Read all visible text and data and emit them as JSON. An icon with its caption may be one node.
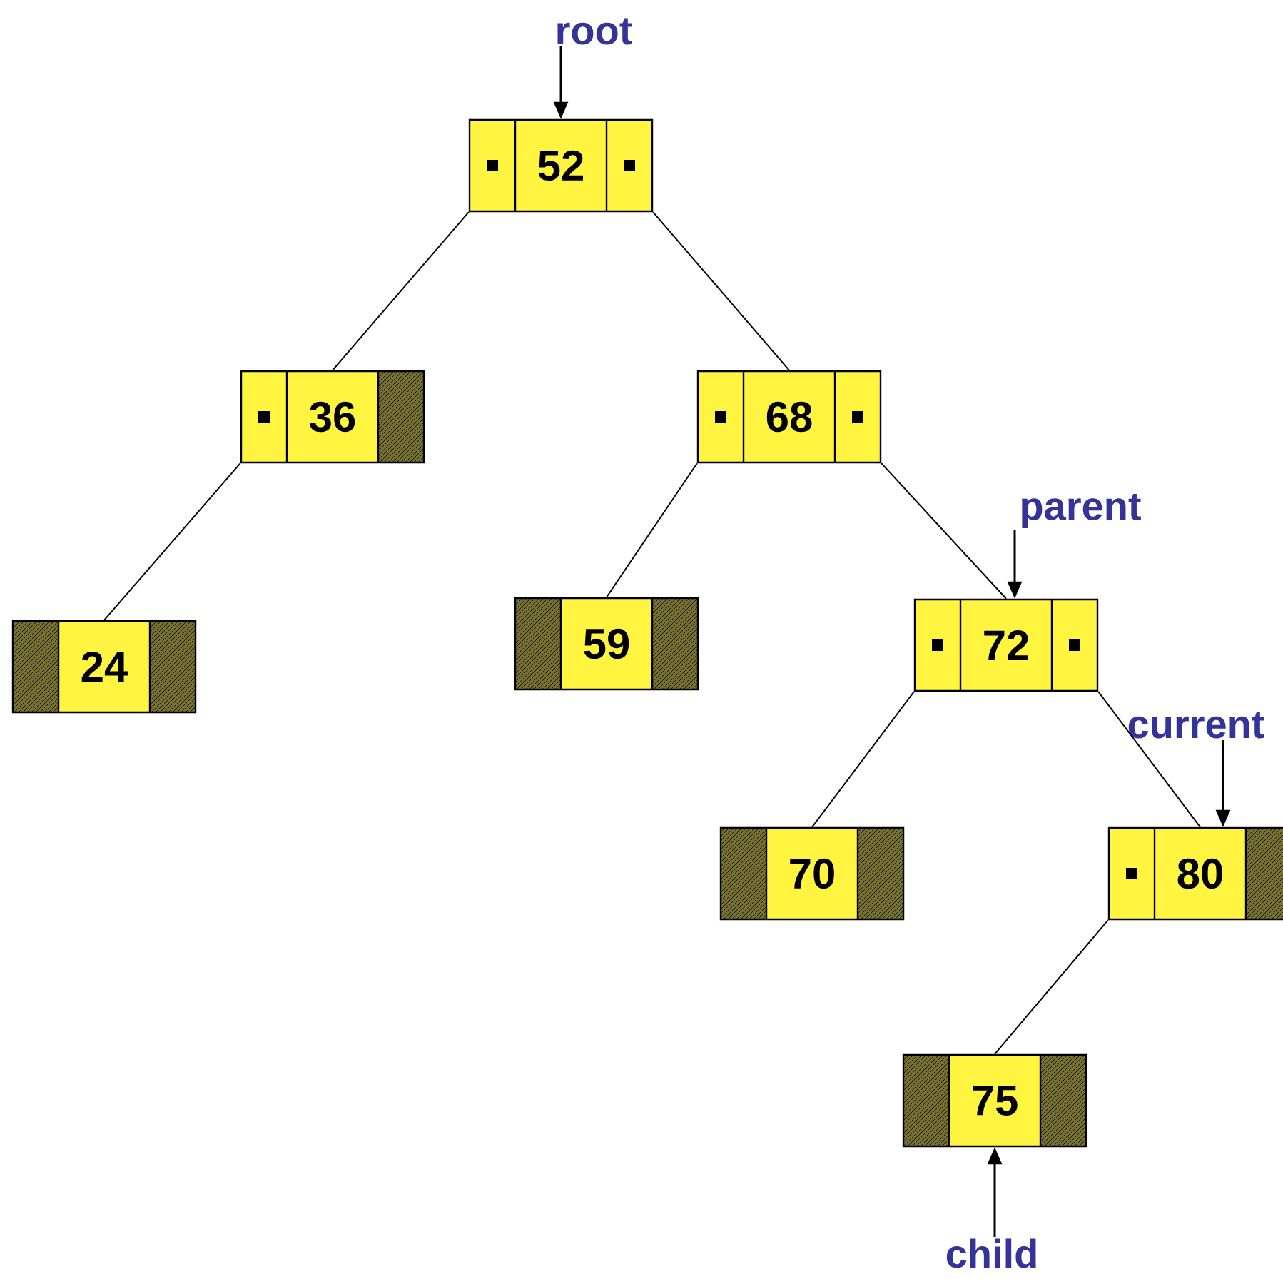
{
  "diagram": {
    "nodes": [
      {
        "text": [
          "52"
        ]
      },
      {
        "text": [
          "36"
        ]
      },
      {
        "text": [
          "68"
        ]
      },
      {
        "text": [
          "24"
        ]
      },
      {
        "text": [
          "59"
        ]
      },
      {
        "text": [
          "72"
        ]
      },
      {
        "text": [
          "70"
        ]
      },
      {
        "text": [
          "80"
        ]
      },
      {
        "text": [
          "75"
        ]
      },
      {
        "text": [
          "root"
        ]
      },
      {
        "text": [
          "parent"
        ]
      },
      {
        "text": [
          "current"
        ]
      },
      {
        "text": [
          "child"
        ]
      }
    ],
    "edges": [
      {
        "from": 0,
        "to": 1,
        "arrow": "none"
      },
      {
        "from": 0,
        "to": 2,
        "arrow": "none"
      },
      {
        "from": 1,
        "to": 3,
        "arrow": "none"
      },
      {
        "from": 2,
        "to": 4,
        "arrow": "none"
      },
      {
        "from": 2,
        "to": 5,
        "arrow": "none"
      },
      {
        "from": 5,
        "to": 6,
        "arrow": "none"
      },
      {
        "from": 5,
        "to": 7,
        "arrow": "none"
      },
      {
        "from": 7,
        "to": 8,
        "arrow": "none"
      },
      {
        "from": 9,
        "to": 0,
        "arrow": "to"
      },
      {
        "from": 10,
        "to": 5,
        "arrow": "to"
      },
      {
        "from": 11,
        "to": 7,
        "arrow": "to"
      },
      {
        "from": 12,
        "to": 8,
        "arrow": "to"
      }
    ]
  }
}
